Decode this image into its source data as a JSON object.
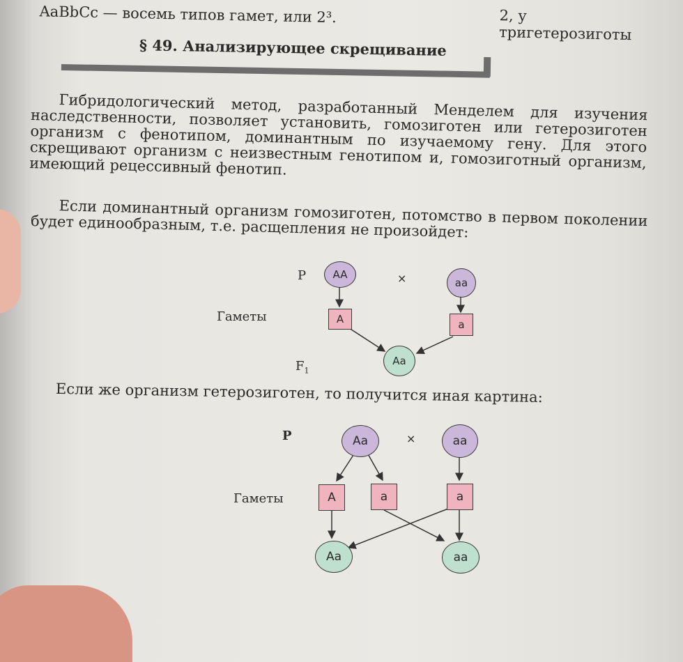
{
  "header_line": {
    "left": "AaBbCc  —  восемь типов гамет, или 2³.",
    "right": "2, у тригетерозиготы"
  },
  "section": {
    "title": "§ 49. Анализирующее скрещивание"
  },
  "paragraphs": [
    "Гибридологический метод, разработанный Менделем для изучения наследственности, позволяет установить, гомозиготен или гетерозиготен организм с фенотипом, доминантным по изучаемому гену. Для этого скрещивают организм с неизвестным генотипом и, гомозиготный организм, имеющий рецессивный фенотип.",
    "Если доминантный организм гомозиготен, потомство в первом поколении будет единообразным, т.е. расщепления не произойдет:"
  ],
  "diagram1": {
    "p_label": "P",
    "gametes_label": "Гаметы",
    "f1_label": "F",
    "f1_sub": "1",
    "cross": "×",
    "parents": [
      "AA",
      "aa"
    ],
    "gametes": [
      "A",
      "a"
    ],
    "offspring": [
      "Aa"
    ]
  },
  "middle_text": "Если же организм гетерозиготен, то получится иная картина:",
  "diagram2": {
    "p_label": "P",
    "gametes_label": "Гаметы",
    "cross": "×",
    "parents": [
      "Aa",
      "aa"
    ],
    "gametes": [
      "A",
      "a",
      "a"
    ],
    "offspring": [
      "Aa",
      "aa"
    ]
  },
  "colors": {
    "parent_circle": "#cbb7d9",
    "offspring_circle": "#bfe0cf",
    "gamete_box": "#efb4bd",
    "heading_bar": "#6d6d6d"
  }
}
